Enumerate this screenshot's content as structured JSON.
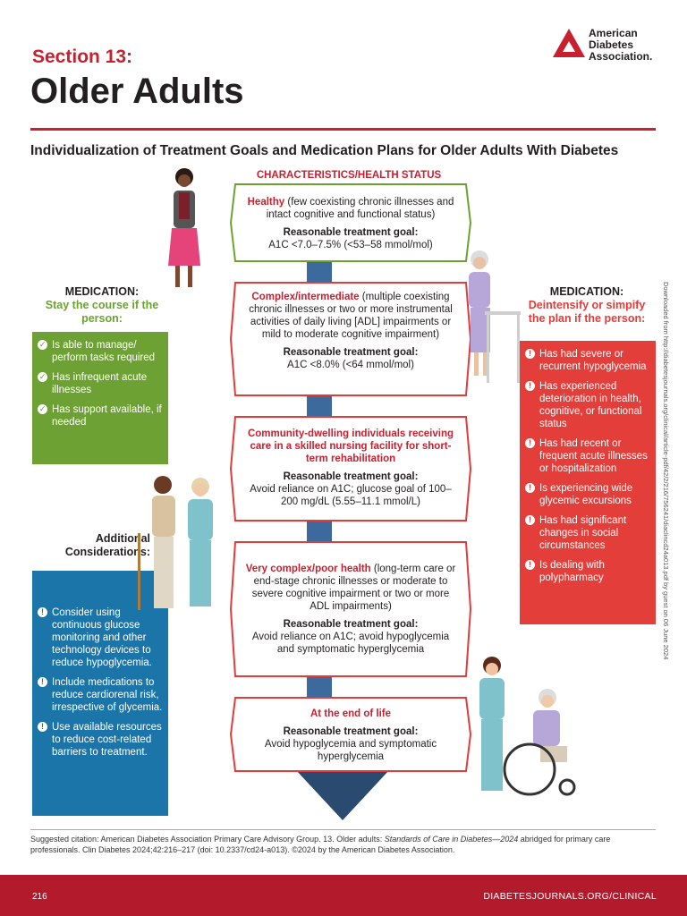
{
  "header": {
    "section": "Section 13:",
    "title": "Older Adults",
    "logo_text_line1": "American",
    "logo_text_line2": "Diabetes",
    "logo_text_line3": "Association.",
    "subtitle": "Individualization of Treatment Goals and Medication Plans for Older Adults With Diabetes"
  },
  "characteristics_heading": "CHARACTERISTICS/HEALTH STATUS",
  "levels": [
    {
      "title": "Healthy",
      "description": " (few coexisting chronic illnesses and intact cognitive and functional status)",
      "goal_label": "Reasonable treatment goal:",
      "goal": "A1C <7.0–7.5% (<53–58 mmol/mol)",
      "border": "#6da134"
    },
    {
      "title": "Complex/intermediate",
      "description": " (multiple coexisting chronic illnesses or two or more instrumental activities of daily living [ADL] impairments or mild to moderate cognitive impairment)",
      "goal_label": "Reasonable treatment goal:",
      "goal": "A1C <8.0% (<64 mmol/mol)",
      "border": "#e23c3a"
    },
    {
      "title": "Community-dwelling individuals receiving care in a skilled nursing facility for short-term rehabilitation",
      "description": "",
      "goal_label": "Reasonable treatment goal:",
      "goal": "Avoid reliance on A1C; glucose goal of 100–200 mg/dL (5.55–11.1 mmol/L)",
      "border": "#e23c3a"
    },
    {
      "title": "Very complex/poor health",
      "description": " (long-term care or end-stage chronic illnesses or moderate to severe cognitive impairment or two or more ADL impairments)",
      "goal_label": "Reasonable treatment goal:",
      "goal": "Avoid reliance on A1C; avoid hypoglycemia and symptomatic hyperglycemia",
      "border": "#e23c3a"
    },
    {
      "title": "At the end of life",
      "description": "",
      "goal_label": "Reasonable treatment goal:",
      "goal": "Avoid hypoglycemia and symptomatic hyperglycemia",
      "border": "#e23c3a"
    }
  ],
  "medication_left": {
    "heading": "MEDICATION:",
    "subheading": "Stay the course if the person:",
    "items": [
      "Is able to manage/ perform tasks required",
      "Has infrequent acute illnesses",
      "Has support available, if needed"
    ],
    "icon": "check-circle-icon",
    "color": "#6da134"
  },
  "medication_right": {
    "heading": "MEDICATION:",
    "subheading": "Deintensify or simpify the plan if the person:",
    "items": [
      "Has had severe or recurrent hypoglycemia",
      "Has experienced deterioration in health, cognitive, or functional status",
      "Has had recent or frequent acute illnesses or hospitalization",
      "Is experiencing wide glycemic excursions",
      "Has had significant changes in social circumstances",
      "Is dealing with polypharmacy"
    ],
    "icon": "exclamation-circle-icon",
    "color": "#e43e3a"
  },
  "additional": {
    "heading": "Additional Considerations:",
    "items": [
      "Consider using continuous glucose monitoring and other technology devices to reduce hypoglycemia.",
      "Include medications to reduce cardiorenal risk, irrespective of glycemia.",
      "Use available resources to reduce cost-related barriers to treatment."
    ],
    "icon": "exclamation-circle-icon",
    "color": "#1b75a8"
  },
  "side_url": "Downloaded from http://diabetesjournals.org/clinical/article-pdf/42/2/216/756241/diaclincd24a013.pdf by guest on 06 June 2024",
  "citation": {
    "part1": "Suggested citation: American Diabetes Association Primary Care Advisory Group. 13. Older adults: ",
    "italic": "Standards of Care in Diabetes—2024",
    "part2": " abridged for primary care professionals. Clin Diabetes 2024;42:216–217 (doi: 10.2337/cd24-a013). ©2024 by the American Diabetes Association."
  },
  "footer": {
    "page": "216",
    "site": "DIABETESJOURNALS.ORG/CLINICAL"
  }
}
